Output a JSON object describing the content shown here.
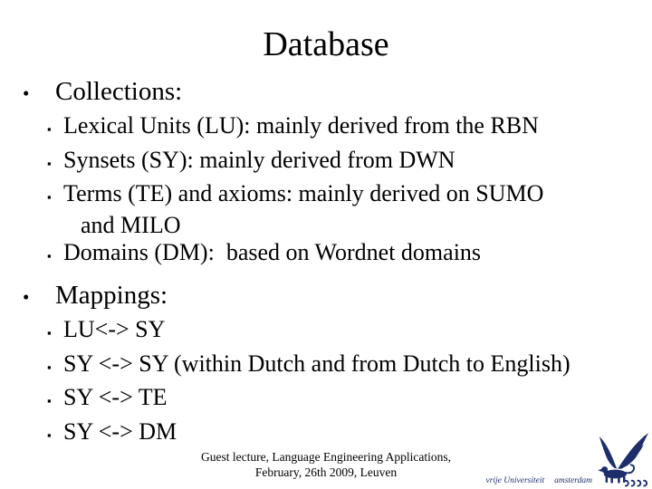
{
  "slide": {
    "title": "Database",
    "bullet_glyphs": {
      "level1": "•",
      "level2": "▪"
    },
    "sections": [
      {
        "label": "Collections:",
        "items": [
          {
            "text": "Lexical Units (LU): mainly derived from the RBN"
          },
          {
            "text": "Synsets (SY): mainly derived from DWN"
          },
          {
            "text": "Terms (TE) and axioms: mainly derived on SUMO"
          },
          {
            "text": "and MILO",
            "continuation": true
          },
          {
            "text": "Domains (DM):  based on Wordnet domains"
          }
        ]
      },
      {
        "label": "Mappings:",
        "items": [
          {
            "text": "LU<-> SY"
          },
          {
            "text": "SY <-> SY (within Dutch and from Dutch to English)"
          },
          {
            "text": "SY <-> TE"
          },
          {
            "text": "SY <-> DM"
          }
        ]
      }
    ],
    "footer": {
      "line1": "Guest lecture, Language Engineering Applications,",
      "line2": "February, 26th 2009, Leuven"
    },
    "logo": {
      "institution": "vrije Universiteit",
      "city": "amsterdam",
      "color": "#1e2d6b"
    }
  }
}
